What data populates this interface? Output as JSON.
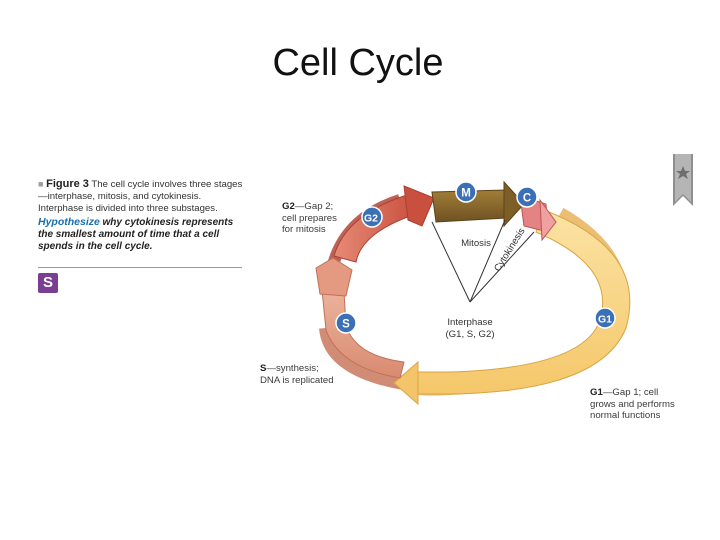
{
  "title": "Cell Cycle",
  "caption": {
    "figure_label": "Figure 3",
    "text": "The cell cycle involves three stages—interphase, mitosis, and cytokinesis. Interphase is divided into three substages.",
    "hypothesize_label": "Hypothesize",
    "question": "why cytokinesis represents the smallest amount of time that a cell spends in the cell cycle."
  },
  "badge_letter": "S",
  "stages": {
    "m": "M",
    "c": "C",
    "g2": "G2",
    "s": "S",
    "g1": "G1"
  },
  "inner_labels": {
    "mitosis": "Mitosis",
    "cytokinesis": "Cytokinesis",
    "interphase": "Interphase",
    "interphase_sub": "(G1, S, G2)"
  },
  "descriptions": {
    "g2_name": "G2",
    "g2_text_line1": "—Gap 2;",
    "g2_text_line2": "cell prepares",
    "g2_text_line3": "for mitosis",
    "s_name": "S",
    "s_text_line1": "—synthesis;",
    "s_text_line2": "DNA is replicated",
    "g1_name": "G1",
    "g1_text_line1": "—Gap 1; cell",
    "g1_text_line2": "grows and performs",
    "g1_text_line3": "normal functions"
  },
  "colors": {
    "g1_band": "#f9d98a",
    "g2_band": "#d9614e",
    "s_band": "#e39c83",
    "m_band": "#8a6a2c",
    "c_band": "#e07676",
    "badge_purple": "#7a3f93",
    "marker_fill": "#3b6fb6"
  },
  "icons": {
    "bookmark": "bookmark-ribbon-icon"
  }
}
